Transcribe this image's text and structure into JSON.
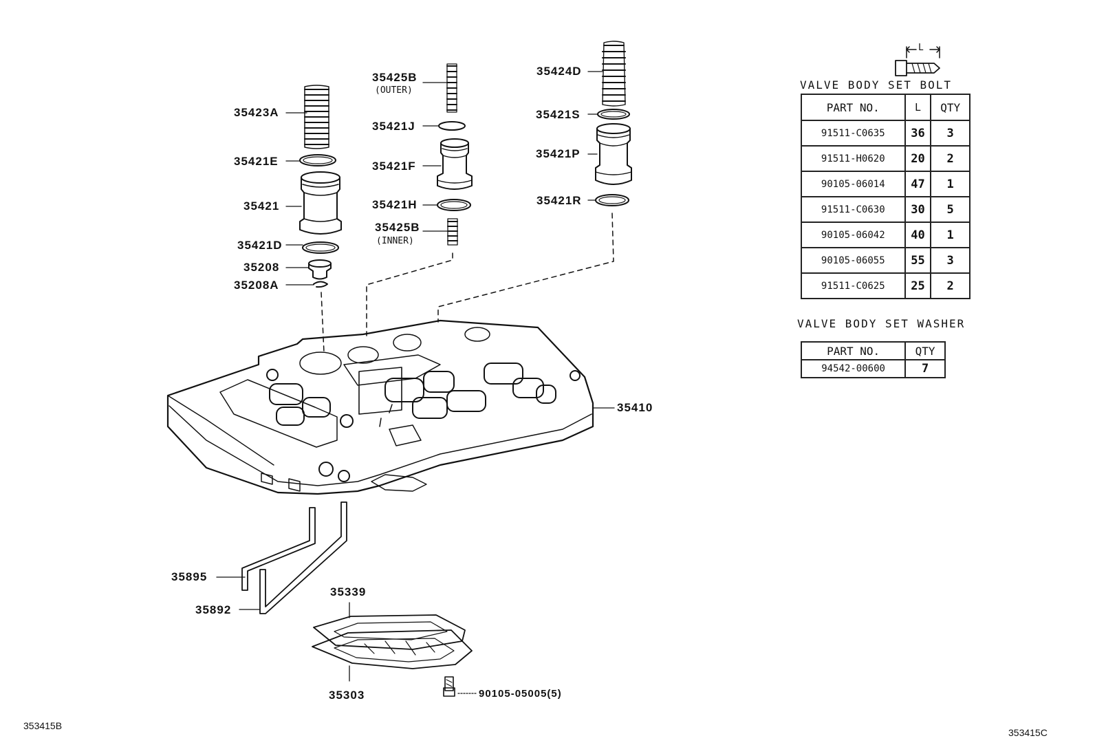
{
  "labels": {
    "p35423A": "35423A",
    "p35421E": "35421E",
    "p35421": "35421",
    "p35421D": "35421D",
    "p35208": "35208",
    "p35208A": "35208A",
    "p35425B_outer": "35425B",
    "outer_note": "(OUTER)",
    "p35421J": "35421J",
    "p35421F": "35421F",
    "p35421H": "35421H",
    "p35425B_inner": "35425B",
    "inner_note": "(INNER)",
    "p35424D": "35424D",
    "p35421S": "35421S",
    "p35421P": "35421P",
    "p35421R": "35421R",
    "p35410": "35410",
    "p35895": "35895",
    "p35892": "35892",
    "p35339": "35339",
    "p35303": "35303",
    "p90105_05005": "90105-05005(5)"
  },
  "bolt_table": {
    "title": "VALVE BODY SET BOLT",
    "dimension_label": "L",
    "headers": [
      "PART NO.",
      "L",
      "QTY"
    ],
    "rows": [
      {
        "part_no": "91511-C0635",
        "l": "36",
        "qty": "3"
      },
      {
        "part_no": "91511-H0620",
        "l": "20",
        "qty": "2"
      },
      {
        "part_no": "90105-06014",
        "l": "47",
        "qty": "1"
      },
      {
        "part_no": "91511-C0630",
        "l": "30",
        "qty": "5"
      },
      {
        "part_no": "90105-06042",
        "l": "40",
        "qty": "1"
      },
      {
        "part_no": "90105-06055",
        "l": "55",
        "qty": "3"
      },
      {
        "part_no": "91511-C0625",
        "l": "25",
        "qty": "2"
      }
    ]
  },
  "washer_table": {
    "title": "VALVE BODY SET WASHER",
    "headers": [
      "PART NO.",
      "QTY"
    ],
    "rows": [
      {
        "part_no": "94542-00600",
        "qty": "7"
      }
    ]
  },
  "footer": {
    "left_ref": "353415B",
    "right_ref": "353415C"
  }
}
